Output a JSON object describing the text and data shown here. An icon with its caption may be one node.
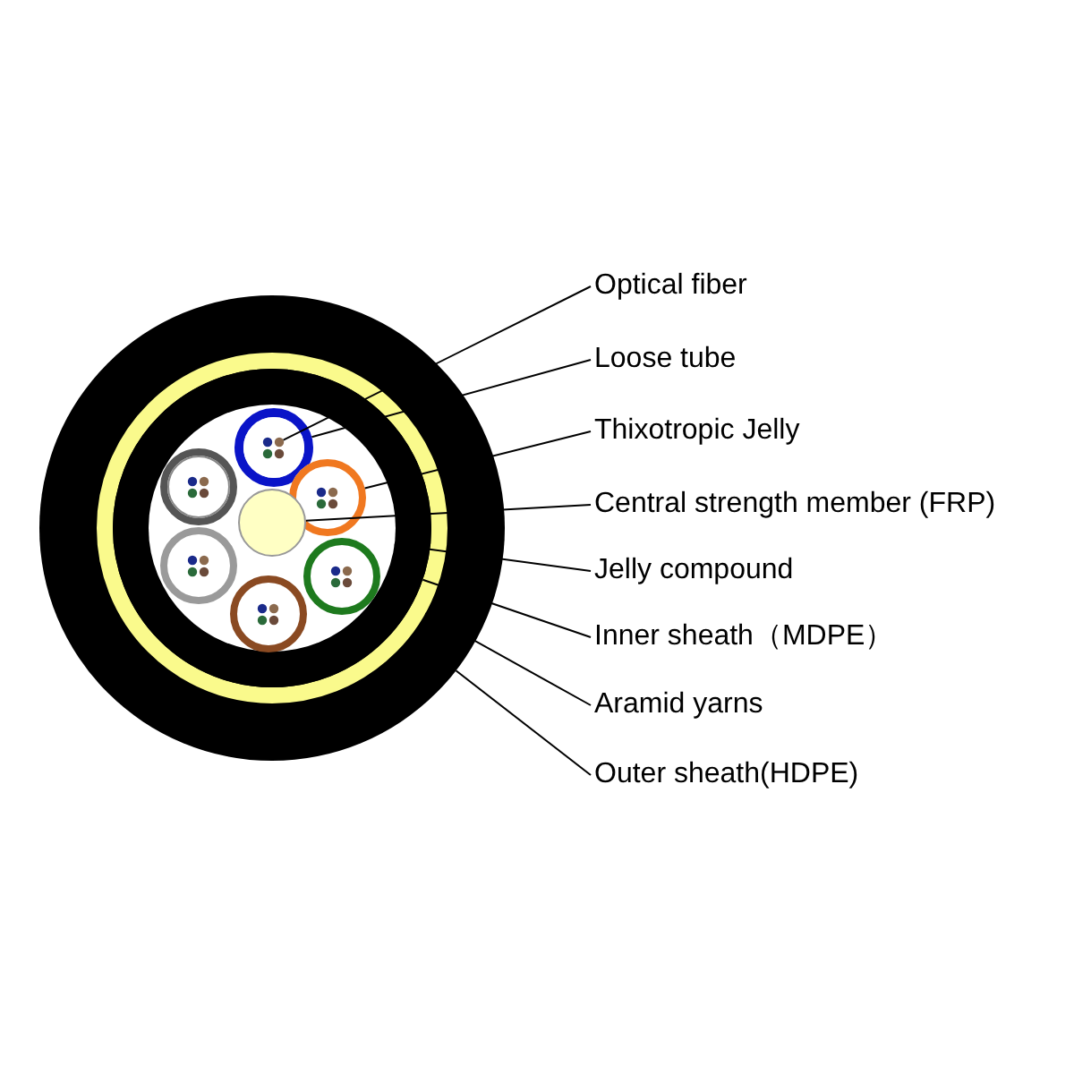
{
  "diagram": {
    "nodes": [
      {
        "text": [
          "Optical fiber"
        ]
      },
      {
        "text": [
          "Loose tube"
        ]
      },
      {
        "text": [
          "Thixotropic Jelly"
        ]
      },
      {
        "text": [
          "Central strength member (FRP)"
        ]
      },
      {
        "text": [
          "Jelly compound"
        ]
      },
      {
        "text": [
          "Inner sheath（MDPE）"
        ]
      },
      {
        "text": [
          "Aramid yarns"
        ]
      },
      {
        "text": [
          "Outer sheath(HDPE)"
        ]
      },
      {
        "text": [],
        "shape": "circle",
        "in": 9
      },
      {
        "text": [],
        "shape": "ring",
        "in": 12
      },
      {
        "text": [],
        "shape": "circle",
        "in": 12
      },
      {
        "text": [],
        "shape": "circle",
        "in": 12
      },
      {
        "text": [],
        "shape": "circle",
        "in": 13
      },
      {
        "text": [],
        "shape": "ring",
        "in": 14
      },
      {
        "text": [],
        "shape": "ring",
        "in": 15
      },
      {
        "text": [],
        "shape": "circle"
      }
    ],
    "edges": [
      {
        "from": 0,
        "to": 8,
        "arrow": "none"
      },
      {
        "from": 1,
        "to": 9,
        "arrow": "none"
      },
      {
        "from": 2,
        "to": 10,
        "arrow": "none"
      },
      {
        "from": 3,
        "to": 11,
        "arrow": "none"
      },
      {
        "from": 4,
        "to": 12,
        "arrow": "none"
      },
      {
        "from": 5,
        "to": 13,
        "arrow": "none"
      },
      {
        "from": 6,
        "to": 14,
        "arrow": "none"
      },
      {
        "from": 7,
        "to": 15,
        "arrow": "none"
      }
    ]
  }
}
